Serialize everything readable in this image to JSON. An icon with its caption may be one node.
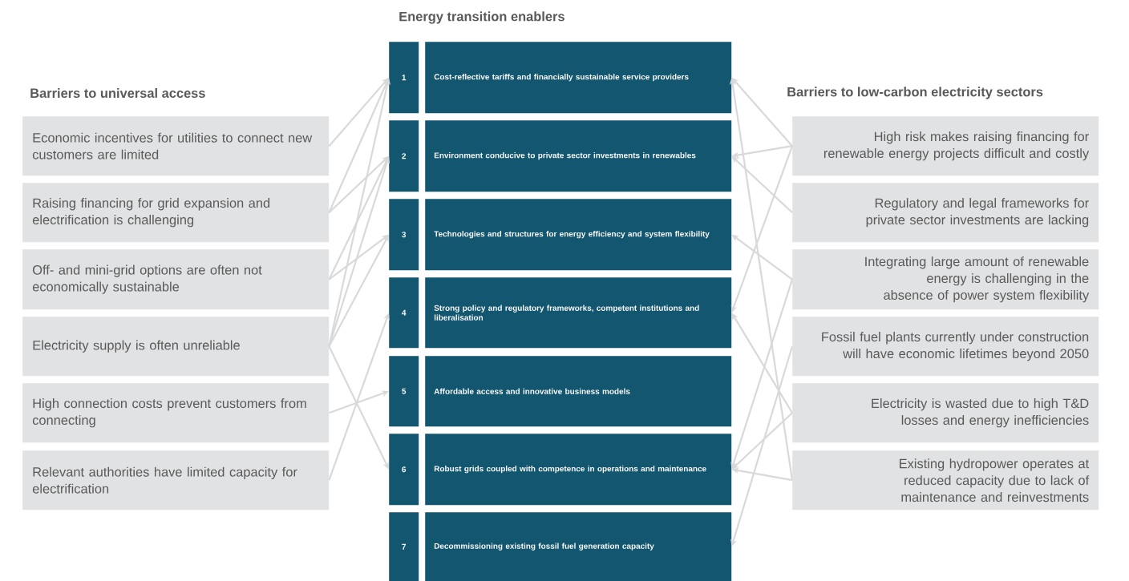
{
  "diagram": {
    "nodes": [
      {
        "text": [
          "Economic incentives for utilities to connect new customers are limited"
        ]
      },
      {
        "text": [
          "Raising financing for grid expansion and electrification is challenging"
        ]
      },
      {
        "text": [
          "Off- and mini-grid options are often not economically sustainable"
        ]
      },
      {
        "text": [
          "Electricity supply is often unreliable"
        ]
      },
      {
        "text": [
          "High connection costs prevent customers from connecting"
        ]
      },
      {
        "text": [
          "Relevant authorities have limited capacity for electrification"
        ]
      },
      {
        "text": [
          "1"
        ]
      },
      {
        "text": [
          "Cost-reflective tariffs and financially sustainable service providers"
        ]
      },
      {
        "text": [
          "2"
        ]
      },
      {
        "text": [
          "Environment conducive to private sector investments in renewables"
        ]
      },
      {
        "text": [
          "3"
        ]
      },
      {
        "text": [
          "Technologies and structures for energy efficiency and system flexibility"
        ]
      },
      {
        "text": [
          "4"
        ]
      },
      {
        "text": [
          "Strong policy and regulatory frameworks, competent institutions and liberalisation"
        ]
      },
      {
        "text": [
          "5"
        ]
      },
      {
        "text": [
          "Affordable access and innovative business models"
        ]
      },
      {
        "text": [
          "6"
        ]
      },
      {
        "text": [
          "Robust grids coupled with competence in operations and maintenance"
        ]
      },
      {
        "text": [
          "7"
        ]
      },
      {
        "text": [
          "Decommissioning existing fossil fuel generation capacity"
        ]
      },
      {
        "text": [
          "High risk makes raising financing for renewable energy projects difficult and costly"
        ]
      },
      {
        "text": [
          "Regulatory and legal frameworks for private sector investments are lacking"
        ]
      },
      {
        "text": [
          "Integrating large amount of renewable energy is challenging in the absence of power system flexibility"
        ]
      },
      {
        "text": [
          "Fossil fuel plants currently under construction will have economic lifetimes beyond 2050"
        ]
      },
      {
        "text": [
          "Electricity is wasted due to high T&D losses and energy inefficiencies"
        ]
      },
      {
        "text": [
          "Existing hydropower operates at reduced capacity due to lack of maintenance and reinvestments"
        ]
      }
    ],
    "edges": [
      {
        "from": 0,
        "to": 6,
        "arrow": "to"
      },
      {
        "from": 1,
        "to": 6,
        "arrow": "to"
      },
      {
        "from": 1,
        "to": 8,
        "arrow": "to"
      },
      {
        "from": 2,
        "to": 8,
        "arrow": "to"
      },
      {
        "from": 2,
        "to": 10,
        "arrow": "to"
      },
      {
        "from": 3,
        "to": 6,
        "arrow": "to"
      },
      {
        "from": 3,
        "to": 8,
        "arrow": "to"
      },
      {
        "from": 3,
        "to": 10,
        "arrow": "to"
      },
      {
        "from": 3,
        "to": 16,
        "arrow": "to"
      },
      {
        "from": 4,
        "to": 14,
        "arrow": "to"
      },
      {
        "from": 5,
        "to": 12,
        "arrow": "to"
      },
      {
        "from": 20,
        "to": 7,
        "arrow": "to"
      },
      {
        "from": 20,
        "to": 9,
        "arrow": "to"
      },
      {
        "from": 20,
        "to": 13,
        "arrow": "to"
      },
      {
        "from": 21,
        "to": 9,
        "arrow": "to"
      },
      {
        "from": 22,
        "to": 11,
        "arrow": "to"
      },
      {
        "from": 22,
        "to": 17,
        "arrow": "to"
      },
      {
        "from": 23,
        "to": 19,
        "arrow": "to"
      },
      {
        "from": 24,
        "to": 13,
        "arrow": "to"
      },
      {
        "from": 24,
        "to": 17,
        "arrow": "to"
      },
      {
        "from": 25,
        "to": 17,
        "arrow": "to"
      },
      {
        "from": 25,
        "to": 7,
        "arrow": "to"
      }
    ],
    "labels": [
      "Energy transition enablers",
      "Barriers to universal access",
      "Barriers to low-carbon electricity sectors"
    ]
  }
}
